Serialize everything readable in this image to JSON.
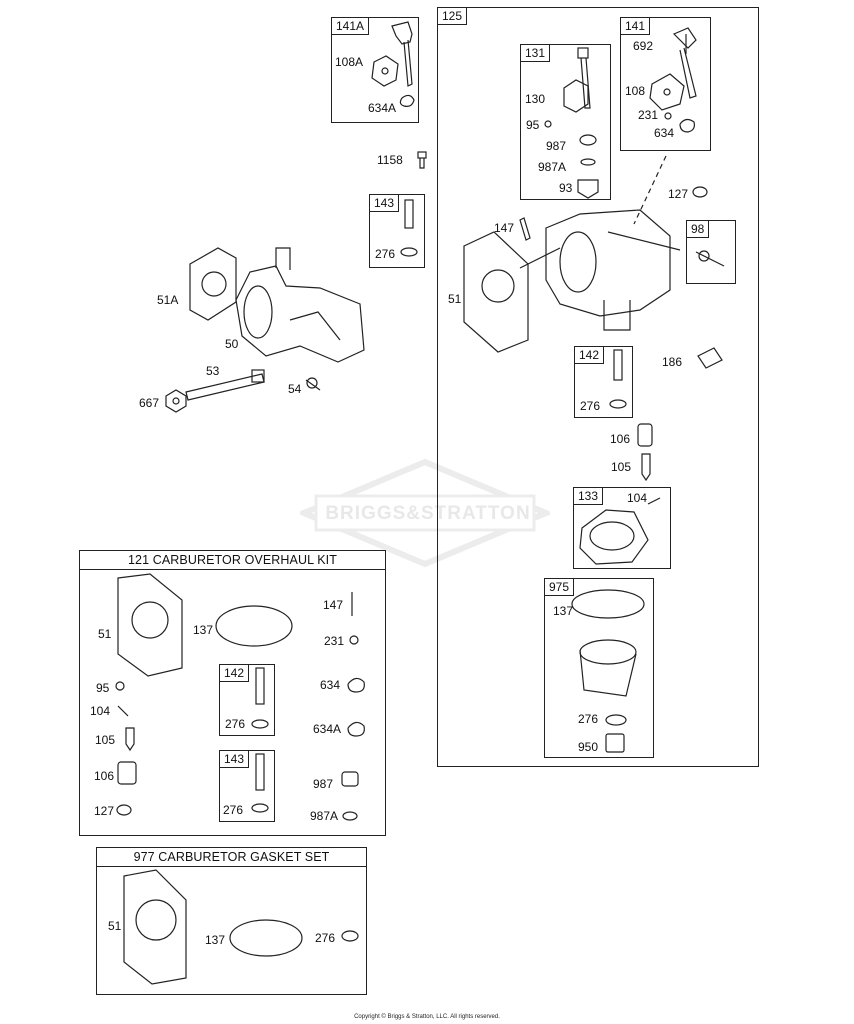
{
  "boxes": {
    "b141A": "141A",
    "b125": "125",
    "b131": "131",
    "b141": "141",
    "b143": "143",
    "b98": "98",
    "b142": "142",
    "b133": "133",
    "b975": "975",
    "kit142": "142",
    "kit143": "143"
  },
  "kits": {
    "overhaul_title": "121 CARBURETOR OVERHAUL KIT",
    "gasket_title": "977 CARBURETOR GASKET SET"
  },
  "labels": {
    "l108A": "108A",
    "l634A_top": "634A",
    "l1158": "1158",
    "l276_143": "276",
    "l51A": "51A",
    "l50": "50",
    "l53": "53",
    "l667": "667",
    "l54": "54",
    "l130": "130",
    "l95_131": "95",
    "l987_131": "987",
    "l987A_131": "987A",
    "l93": "93",
    "l692": "692",
    "l108": "108",
    "l231_141": "231",
    "l634_141": "634",
    "l127_top": "127",
    "l147_top": "147",
    "l51_top": "51",
    "l186": "186",
    "l276_142": "276",
    "l106_top": "106",
    "l105_top": "105",
    "l104_top": "104",
    "l137_975": "137",
    "l276_975": "276",
    "l950": "950",
    "k51": "51",
    "k137": "137",
    "k147": "147",
    "k231": "231",
    "k95": "95",
    "k104": "104",
    "k634": "634",
    "k276a": "276",
    "k105": "105",
    "k634A": "634A",
    "k106": "106",
    "k987": "987",
    "k276b": "276",
    "k127": "127",
    "k987A": "987A",
    "g51": "51",
    "g137": "137",
    "g276": "276"
  },
  "watermark": "BRIGGS&STRATTON",
  "copyright": "Copyright © Briggs & Stratton, LLC. All rights reserved."
}
